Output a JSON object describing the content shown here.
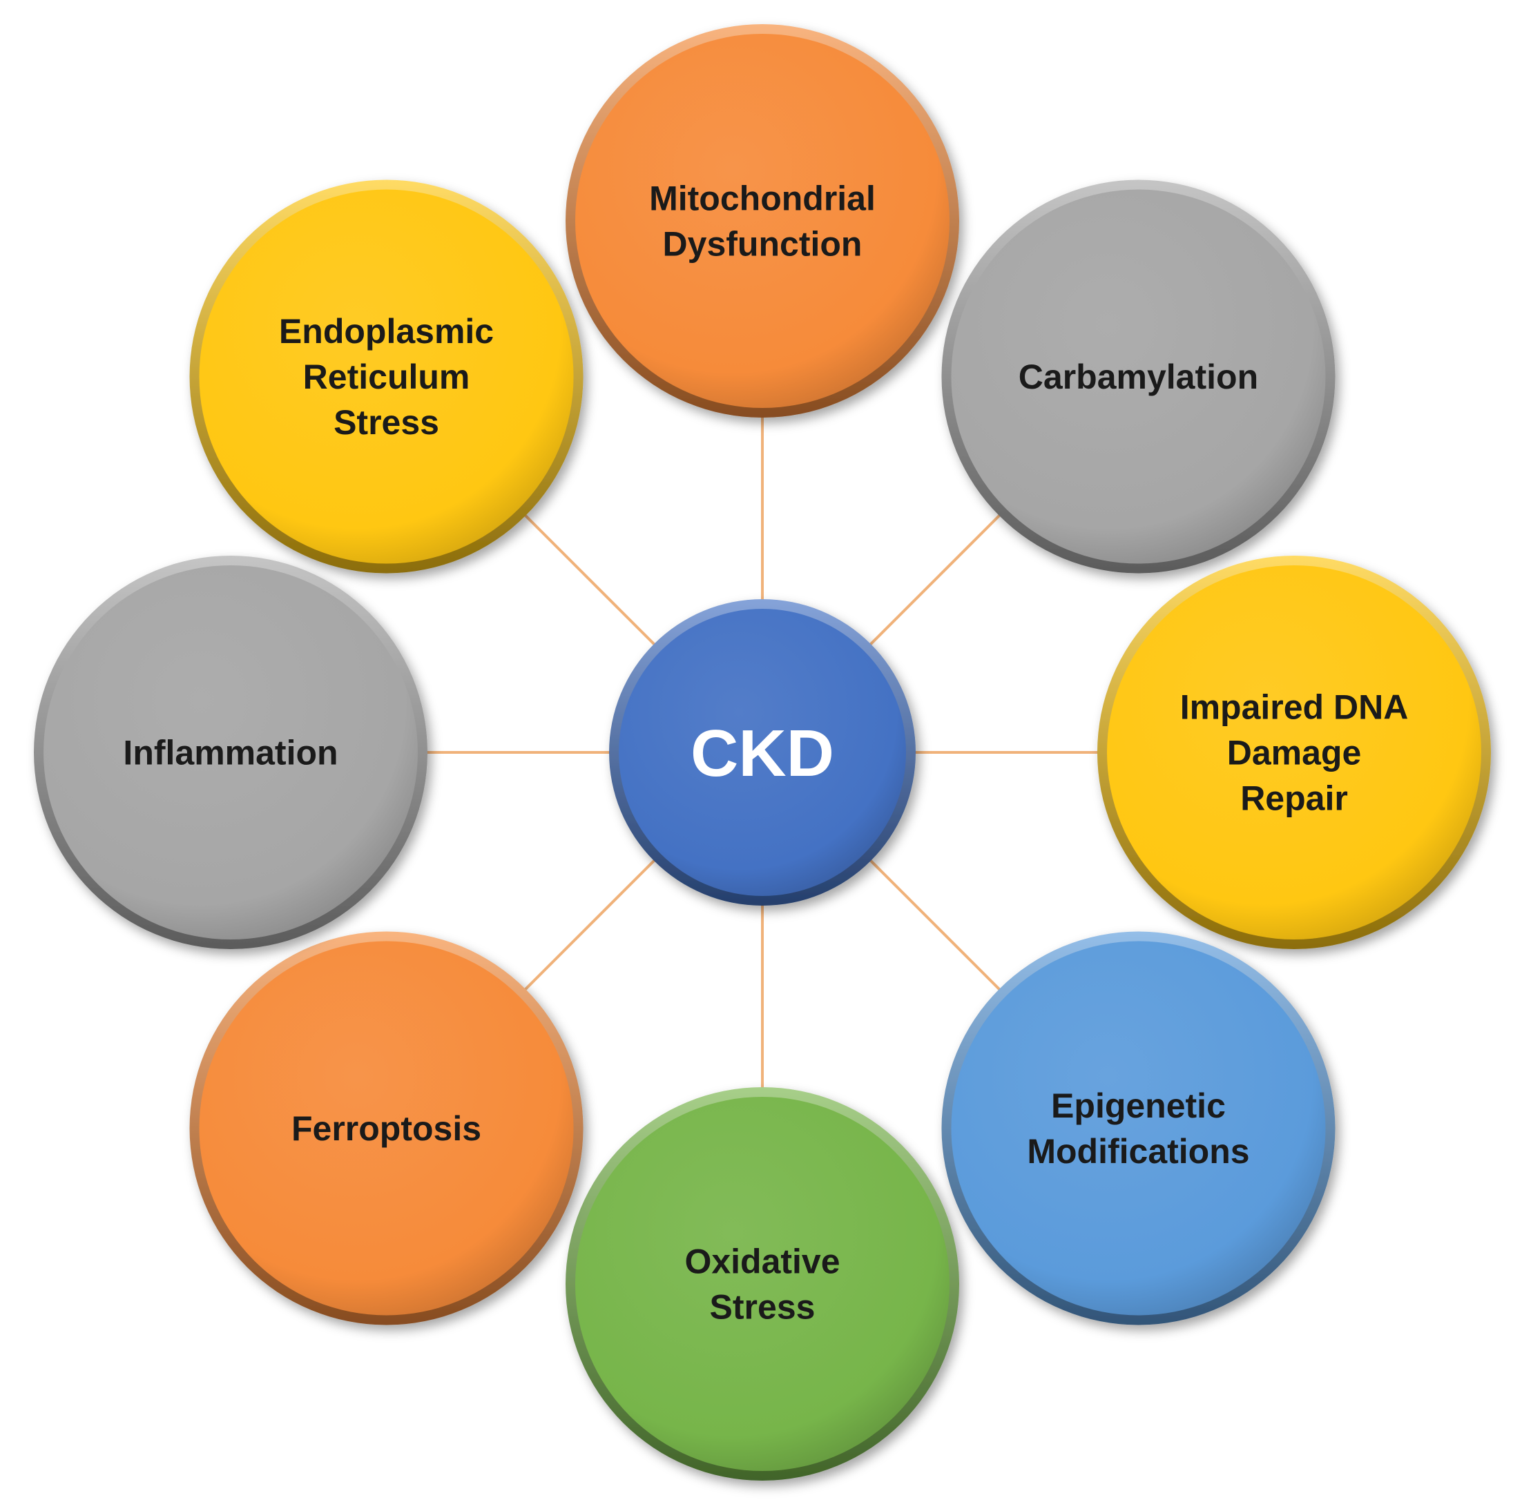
{
  "center": {
    "label": "CKD",
    "color": "#4472C4"
  },
  "connector_color": "#F0B27A",
  "nodes": [
    {
      "id": "mitochondrial-dysfunction",
      "lines": [
        "Mitochondrial",
        "Dysfunction"
      ],
      "color": "#F68B3A"
    },
    {
      "id": "carbamylation",
      "lines": [
        "Carbamylation"
      ],
      "color": "#A6A6A6"
    },
    {
      "id": "impaired-dna-damage-repair",
      "lines": [
        "Impaired DNA",
        "Damage",
        "Repair"
      ],
      "color": "#FFC712"
    },
    {
      "id": "epigenetic-modifications",
      "lines": [
        "Epigenetic",
        "Modifications"
      ],
      "color": "#5B9BDB"
    },
    {
      "id": "oxidative-stress",
      "lines": [
        "Oxidative",
        "Stress"
      ],
      "color": "#77B54A"
    },
    {
      "id": "ferroptosis",
      "lines": [
        "Ferroptosis"
      ],
      "color": "#F68B3A"
    },
    {
      "id": "inflammation",
      "lines": [
        "Inflammation"
      ],
      "color": "#A6A6A6"
    },
    {
      "id": "endoplasmic-reticulum-stress",
      "lines": [
        "Endoplasmic",
        "Reticulum",
        "Stress"
      ],
      "color": "#FFC712"
    }
  ]
}
